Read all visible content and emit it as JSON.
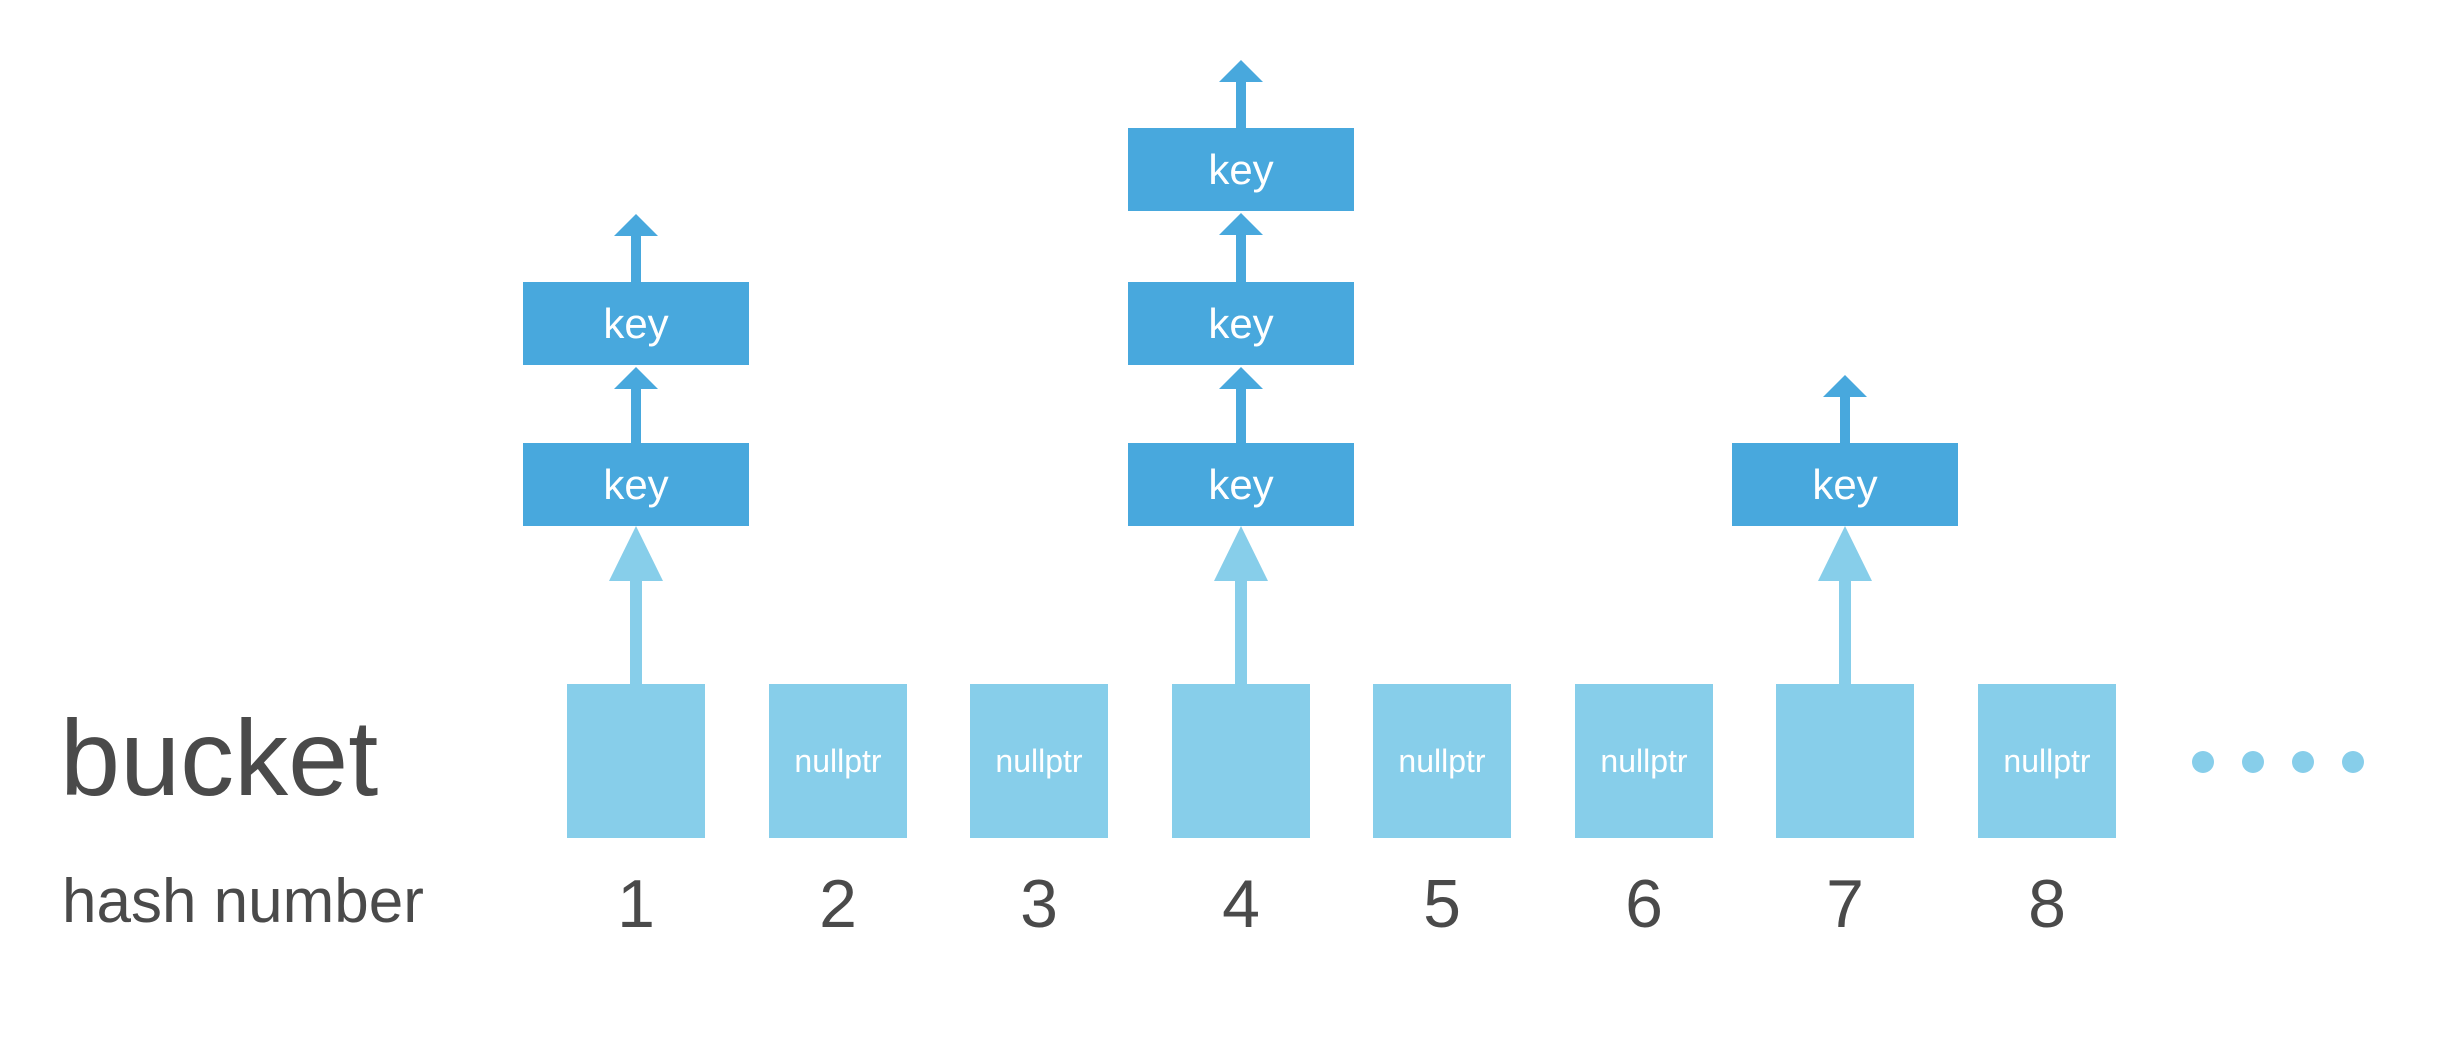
{
  "labels": {
    "bucket": "bucket",
    "hash_number": "hash number"
  },
  "buckets": [
    {
      "hash": "1",
      "text": "",
      "chain": [
        "key",
        "key"
      ]
    },
    {
      "hash": "2",
      "text": "nullptr",
      "chain": []
    },
    {
      "hash": "3",
      "text": "nullptr",
      "chain": []
    },
    {
      "hash": "4",
      "text": "",
      "chain": [
        "key",
        "key",
        "key"
      ]
    },
    {
      "hash": "5",
      "text": "nullptr",
      "chain": []
    },
    {
      "hash": "6",
      "text": "nullptr",
      "chain": []
    },
    {
      "hash": "7",
      "text": "",
      "chain": [
        "key"
      ]
    },
    {
      "hash": "8",
      "text": "nullptr",
      "chain": []
    }
  ],
  "continuation": "....",
  "colors": {
    "bucket": "#87ceea",
    "key_node": "#48a8dd",
    "text_dark": "#4a4a4a",
    "text_light": "#ffffff"
  }
}
